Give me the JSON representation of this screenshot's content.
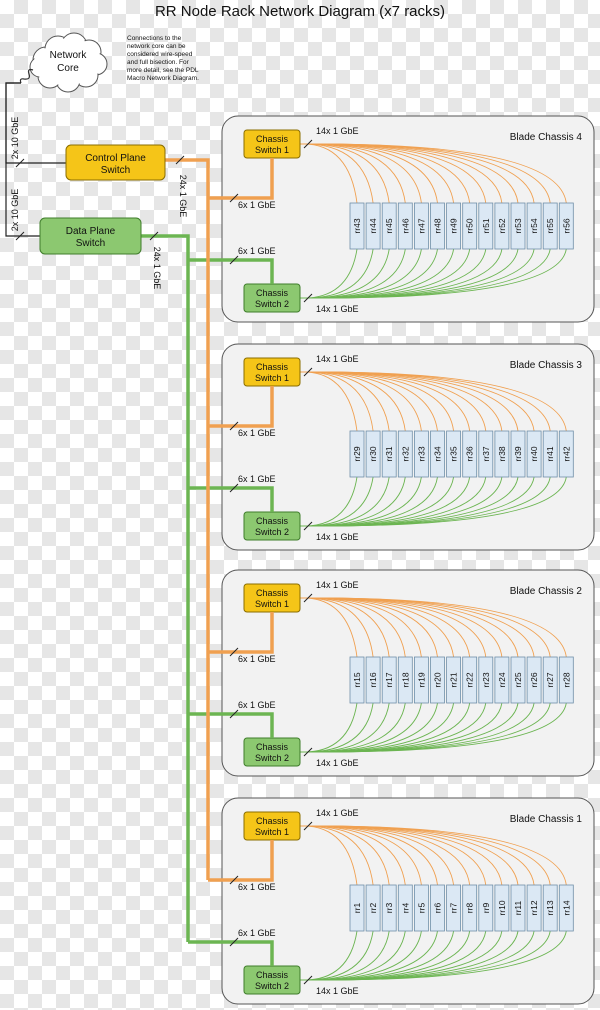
{
  "title": "RR Node Rack Network Diagram (x7 racks)",
  "network_core": {
    "label_line1": "Network",
    "label_line2": "Core",
    "note": [
      "Connections to the",
      "network core can be",
      "considered wire-speed",
      "and full bisection.  For",
      "more detail, see the PDL",
      "Macro Network Diagram."
    ]
  },
  "uplinks": {
    "control": "2x 10 GbE",
    "data": "2x 10 GbE"
  },
  "control_switch": {
    "line1": "Control Plane",
    "line2": "Switch",
    "link": "24x 1 GbE"
  },
  "data_switch": {
    "line1": "Data Plane",
    "line2": "Switch",
    "link": "24x 1 GbE"
  },
  "chassis_switch": {
    "line1": "Chassis",
    "line2_top": "Switch 1",
    "line2_bottom": "Switch 2"
  },
  "links": {
    "uplink": "6x 1 GbE",
    "node_fanout": "14x 1 GbE"
  },
  "colors": {
    "control": "#f0a050",
    "data": "#6cb552",
    "switch_yellow": "#f5c518",
    "switch_green": "#8cc870",
    "node": "#dbe8f4"
  },
  "chassis": [
    {
      "name": "Blade Chassis 4",
      "nodes": [
        "rr43",
        "rr44",
        "rr45",
        "rr46",
        "rr47",
        "rr48",
        "rr49",
        "rr50",
        "rr51",
        "rr52",
        "rr53",
        "rr54",
        "rr55",
        "rr56"
      ]
    },
    {
      "name": "Blade Chassis 3",
      "nodes": [
        "rr29",
        "rr30",
        "rr31",
        "rr32",
        "rr33",
        "rr34",
        "rr35",
        "rr36",
        "rr37",
        "rr38",
        "rr39",
        "rr40",
        "rr41",
        "rr42"
      ]
    },
    {
      "name": "Blade Chassis 2",
      "nodes": [
        "rr15",
        "rr16",
        "rr17",
        "rr18",
        "rr19",
        "rr20",
        "rr21",
        "rr22",
        "rr23",
        "rr24",
        "rr25",
        "rr26",
        "rr27",
        "rr28"
      ]
    },
    {
      "name": "Blade Chassis 1",
      "nodes": [
        "rr1",
        "rr2",
        "rr3",
        "rr4",
        "rr5",
        "rr6",
        "rr7",
        "rr8",
        "rr9",
        "rr10",
        "rr11",
        "rr12",
        "rr13",
        "rr14"
      ]
    }
  ]
}
